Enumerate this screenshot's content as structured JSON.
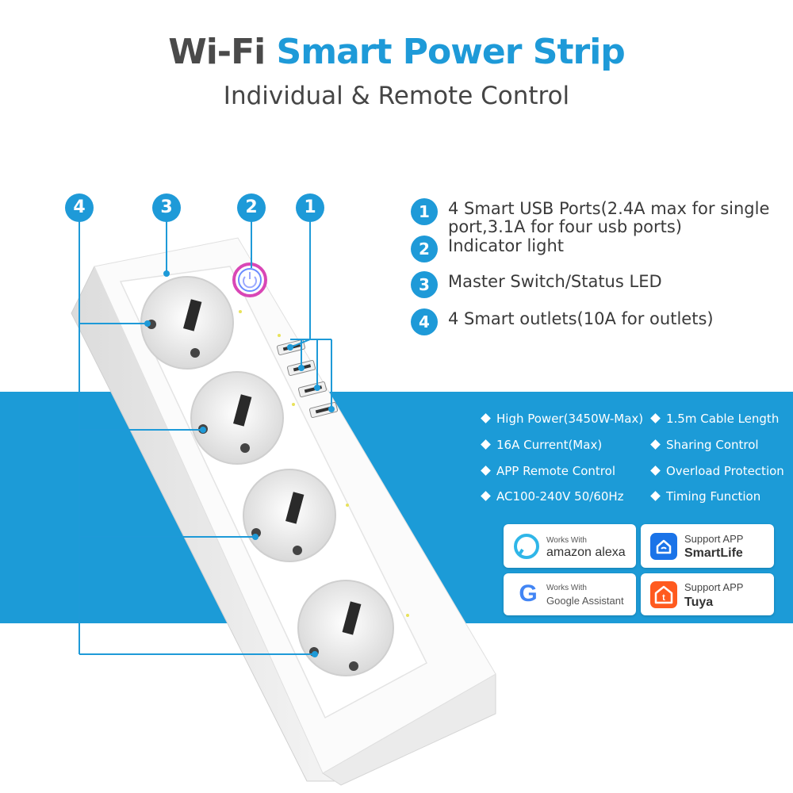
{
  "header": {
    "title_part1": "Wi-Fi",
    "title_part2": "Smart Power Strip",
    "subtitle": "Individual & Remote Control"
  },
  "callouts": [
    "4",
    "3",
    "2",
    "1"
  ],
  "legend": [
    {
      "num": "1",
      "text": "4 Smart USB Ports(2.4A max for single port,3.1A for four usb ports)"
    },
    {
      "num": "2",
      "text": "Indicator light"
    },
    {
      "num": "3",
      "text": "Master Switch/Status LED"
    },
    {
      "num": "4",
      "text": "4 Smart outlets(10A for outlets)"
    }
  ],
  "features": [
    "High Power(3450W-Max)",
    "1.5m Cable Length",
    "16A Current(Max)",
    "Sharing Control",
    "APP Remote Control",
    "Overload Protection",
    "AC100-240V 50/60Hz",
    "Timing Function"
  ],
  "badges": {
    "alexa": {
      "small": "Works With",
      "big": "amazon alexa",
      "icon": "alexa-ring-icon"
    },
    "smartlife": {
      "small": "Support APP",
      "big": "SmartLife",
      "icon": "smartlife-house-icon"
    },
    "google": {
      "small": "Works With",
      "big": "Google Assistant",
      "icon": "google-g-icon"
    },
    "tuya": {
      "small": "Support APP",
      "big": "Tuya",
      "icon": "tuya-house-icon"
    }
  },
  "colors": {
    "accent_blue": "#1e9ad8",
    "band_blue": "#1c9bd7",
    "title_gray": "#4a4a4a",
    "smartlife_blue": "#1a73e8",
    "tuya_orange": "#ff5a1f"
  }
}
